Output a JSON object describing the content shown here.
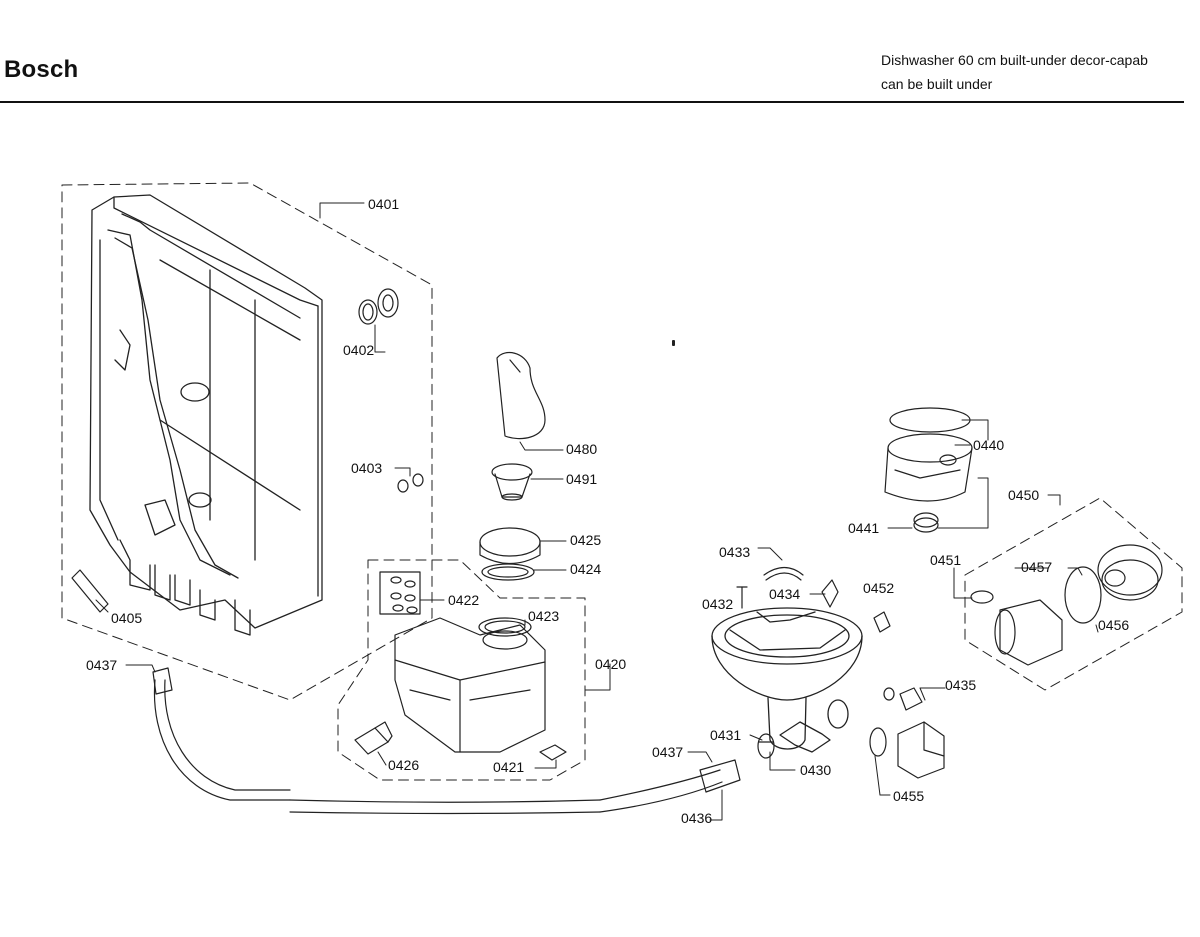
{
  "header": {
    "brand": "Bosch",
    "description_line1": "Dishwasher 60 cm built-under decor-capab",
    "description_line2": "can be built under"
  },
  "parts": {
    "p0401": "0401",
    "p0402": "0402",
    "p0403": "0403",
    "p0405": "0405",
    "p0437a": "0437",
    "p0480": "0480",
    "p0491": "0491",
    "p0425": "0425",
    "p0424": "0424",
    "p0422": "0422",
    "p0423": "0423",
    "p0420": "0420",
    "p0426": "0426",
    "p0421": "0421",
    "p0433": "0433",
    "p0432": "0432",
    "p0434": "0434",
    "p0452": "0452",
    "p0431": "0431",
    "p0437b": "0437",
    "p0430": "0430",
    "p0436": "0436",
    "p0435": "0435",
    "p0455": "0455",
    "p0440": "0440",
    "p0441": "0441",
    "p0450": "0450",
    "p0451": "0451",
    "p0457": "0457",
    "p0456": "0456"
  },
  "colors": {
    "line": "#222222",
    "background": "#ffffff"
  }
}
